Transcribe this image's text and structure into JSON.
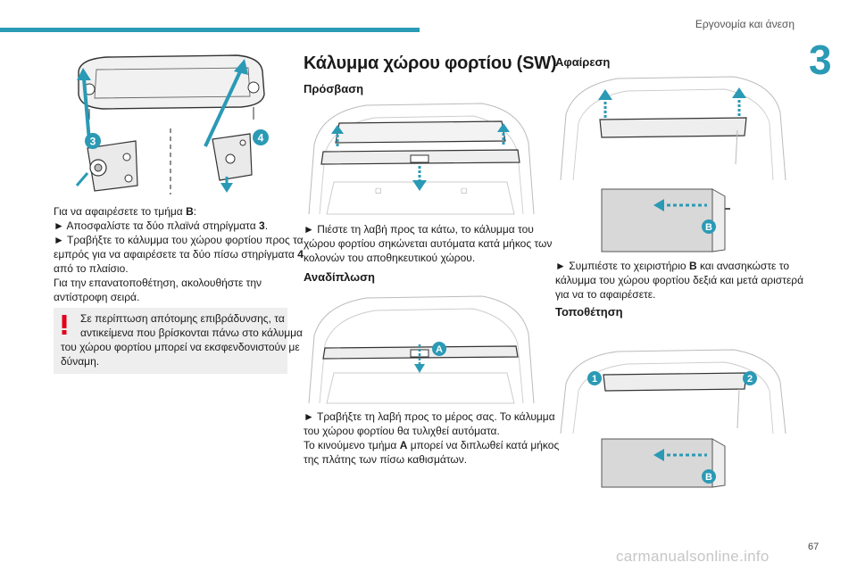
{
  "header": {
    "section_title": "Εργονομία και άνεση",
    "chapter": "3"
  },
  "colors": {
    "accent": "#2a9ab5",
    "warning": "#e2001a",
    "panel": "#eeeeee"
  },
  "column1": {
    "callouts": [
      "3",
      "4"
    ],
    "lines": [
      {
        "pre": "Για να αφαιρέσετε το τμήμα ",
        "bold": "B",
        "post": ":"
      },
      {
        "pre": "► Αποσφαλίστε τα δύο πλαϊνά στηρίγματα ",
        "bold": "3",
        "post": "."
      },
      {
        "pre": "► Τραβήξτε το κάλυμμα του χώρου φορτίου προς τα",
        "bold": "",
        "post": ""
      },
      {
        "pre": "εμπρός για να αφαιρέσετε τα δύο πίσω στηρίγματα ",
        "bold": "4",
        "post": ""
      },
      {
        "pre": "από το πλαίσιο.",
        "bold": "",
        "post": ""
      },
      {
        "pre": "Για την επανατοποθέτηση, ακολουθήστε την",
        "bold": "",
        "post": ""
      },
      {
        "pre": "αντίστροφη σειρά.",
        "bold": "",
        "post": ""
      }
    ],
    "warning_lines": [
      "Σε περίπτωση απότομης επιβράδυνσης, τα",
      "αντικείμενα που βρίσκονται πάνω στο κάλυμμα",
      "του χώρου φορτίου μπορεί να εκσφενδονιστούν με",
      "δύναμη."
    ]
  },
  "column2": {
    "title": "Κάλυμμα χώρου φορτίου (SW)",
    "access_heading": "Πρόσβαση",
    "access_lines": [
      "► Πιέστε τη λαβή προς τα κάτω, το κάλυμμα του",
      "χώρου φορτίου σηκώνεται αυτόματα κατά μήκος των",
      "κολονών του αποθηκευτικού χώρου."
    ],
    "fold_heading": "Αναδίπλωση",
    "fold_callout": "A",
    "fold_lines": [
      {
        "pre": "► Τραβήξτε τη λαβή προς το μέρος σας. Το κάλυμμα",
        "bold": "",
        "post": ""
      },
      {
        "pre": "του χώρου φορτίου θα τυλιχθεί αυτόματα.",
        "bold": "",
        "post": ""
      },
      {
        "pre": "Το κινούμενο τμήμα ",
        "bold": "A",
        "post": " μπορεί να διπλωθεί κατά μήκος"
      },
      {
        "pre": "της πλάτης των πίσω καθισμάτων.",
        "bold": "",
        "post": ""
      }
    ]
  },
  "column3": {
    "remove_heading": "Αφαίρεση",
    "remove_callout": "B",
    "remove_lines": [
      {
        "pre": "► Συμπιέστε το χειριστήριο ",
        "bold": "B",
        "post": " και ανασηκώστε το"
      },
      {
        "pre": "κάλυμμα του χώρου φορτίου δεξιά και μετά αριστερά",
        "bold": "",
        "post": ""
      },
      {
        "pre": "για να το αφαιρέσετε.",
        "bold": "",
        "post": ""
      }
    ],
    "install_heading": "Τοποθέτηση",
    "install_callouts": [
      "1",
      "2",
      "B"
    ]
  },
  "footer": {
    "page_number": "67",
    "watermark": "carmanualsonline.info"
  }
}
